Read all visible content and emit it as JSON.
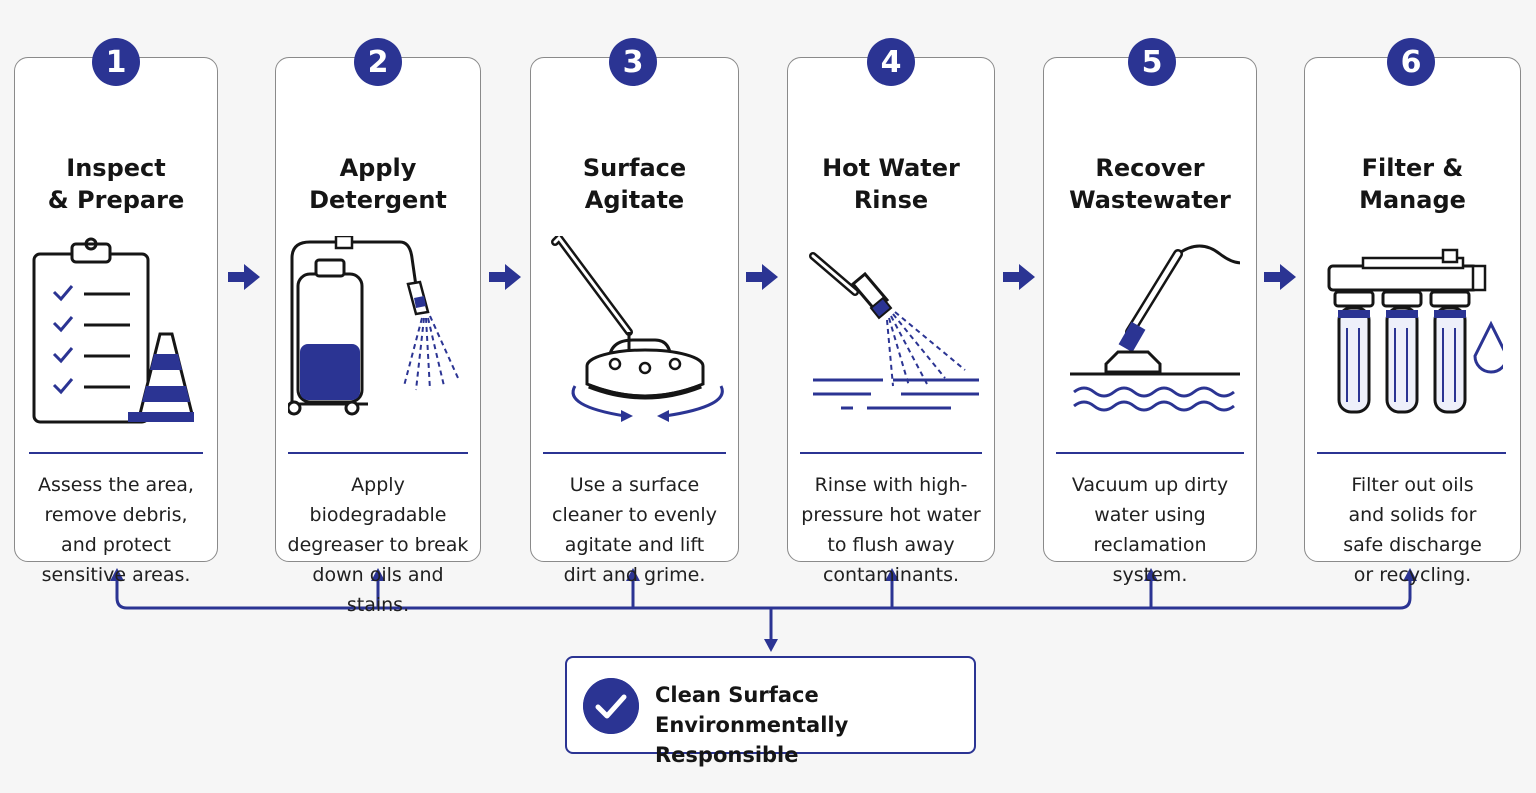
{
  "colors": {
    "accent": "#2b3493",
    "border": "#8a8a8a",
    "background": "#f6f6f6"
  },
  "steps": [
    {
      "number": "1",
      "title": "Inspect\n& Prepare",
      "description": "Assess the area,\nremove debris,\nand protect\nsensitive areas.",
      "icon": "clipboard-cone-icon"
    },
    {
      "number": "2",
      "title": "Apply\nDetergent",
      "description": "Apply biodegradable\ndegreaser to break\ndown oils and\nstains.",
      "icon": "sprayer-icon"
    },
    {
      "number": "3",
      "title": "Surface\nAgitate",
      "description": "Use a surface\ncleaner to evenly\nagitate and lift\ndirt and grime.",
      "icon": "surface-cleaner-icon"
    },
    {
      "number": "4",
      "title": "Hot Water\nRinse",
      "description": "Rinse with high-\npressure hot water\nto flush away\ncontaminants.",
      "icon": "rinse-wand-icon"
    },
    {
      "number": "5",
      "title": "Recover\nWastewater",
      "description": "Vacuum up dirty\nwater using\nreclamation\nsystem.",
      "icon": "vacuum-icon"
    },
    {
      "number": "6",
      "title": "Filter &\nManage",
      "description": "Filter out oils\nand solids for\nsafe discharge\nor recycling.",
      "icon": "filter-icon"
    }
  ],
  "outcome": {
    "line1": "Clean Surface",
    "line2": "Environmentally Responsible",
    "icon": "check-circle-icon"
  }
}
